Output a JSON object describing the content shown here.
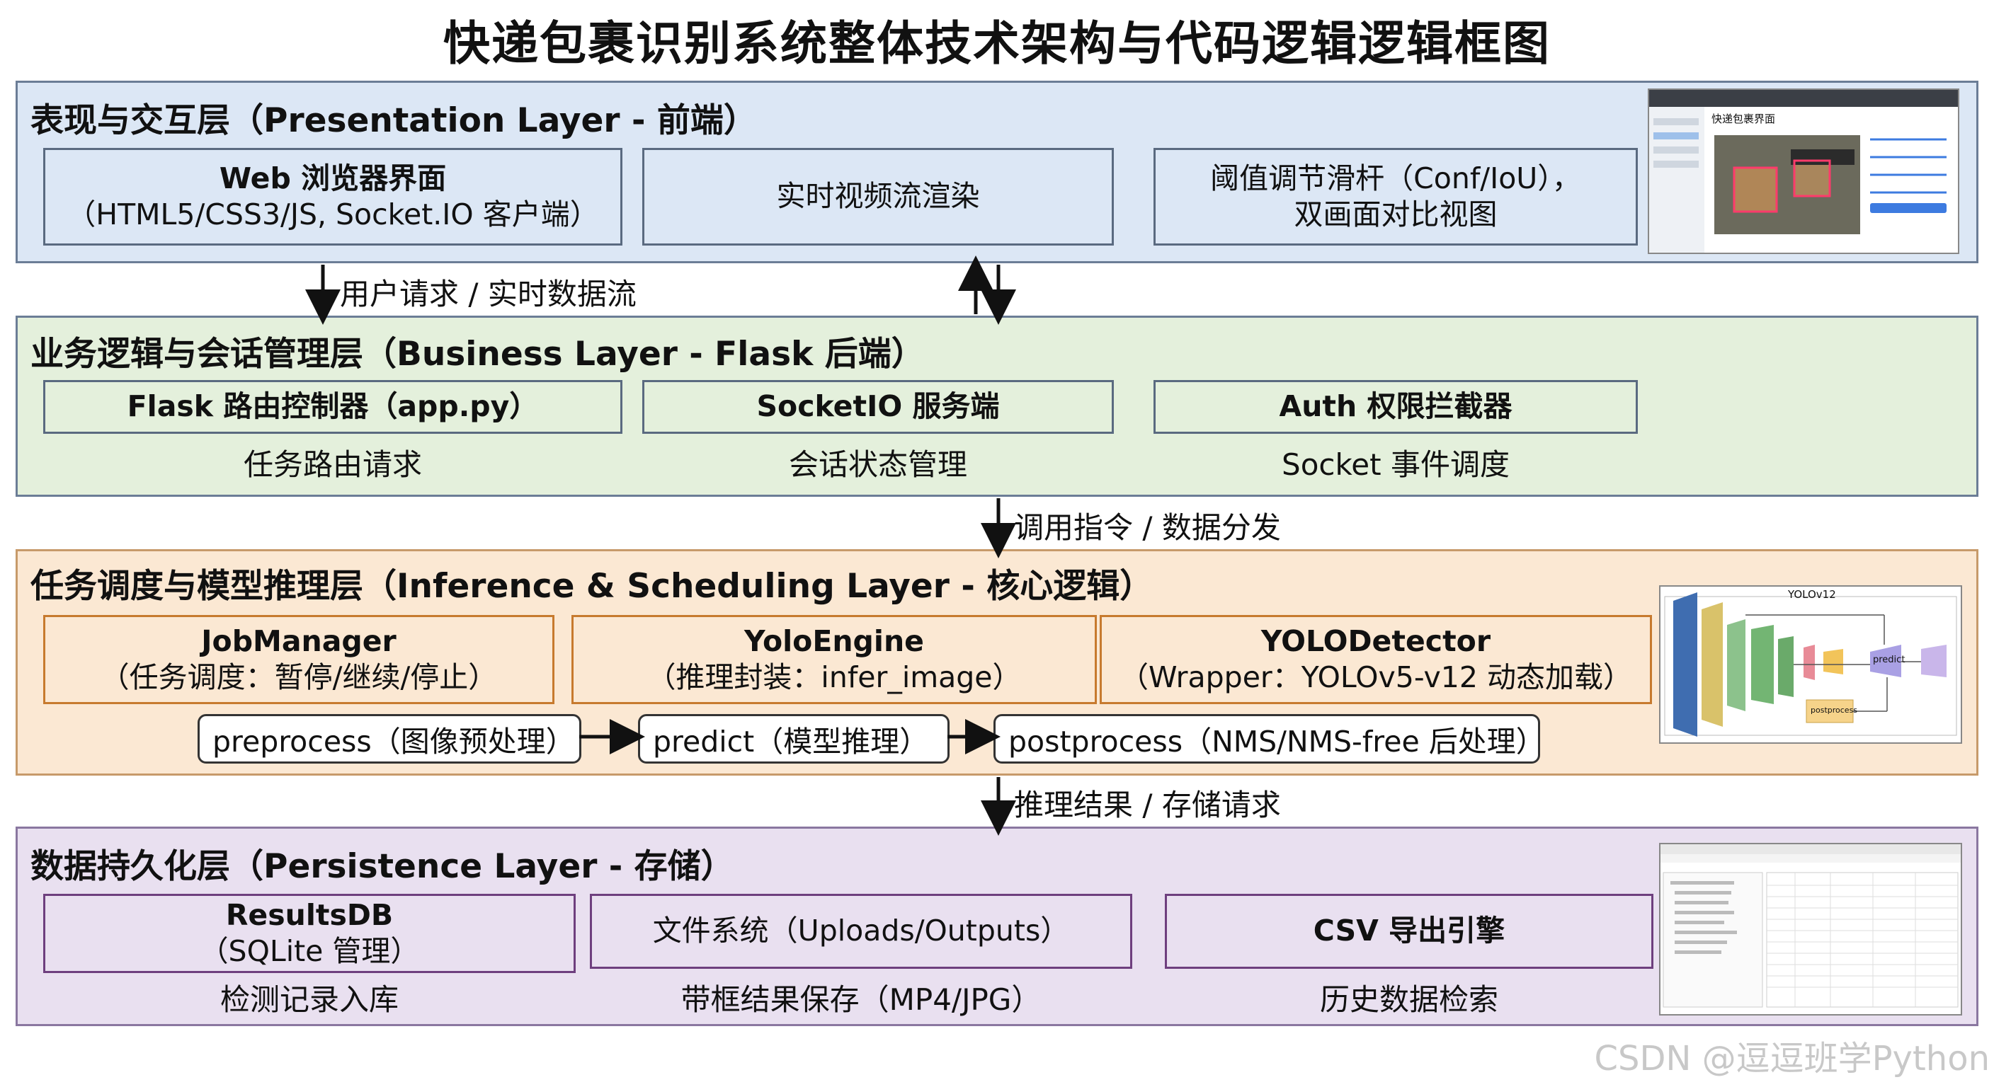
{
  "title": "快递包裹识别系统整体技术架构与代码逻辑逻辑框图",
  "colors": {
    "presentation_bg": "#dce7f5",
    "business_bg": "#e4f0dc",
    "inference_bg": "#fbe8d3",
    "persistence_bg": "#e9e0f0"
  },
  "presentation": {
    "title": "表现与交互层（Presentation Layer - 前端）",
    "box1_line1": "Web 浏览器界面",
    "box1_line2": "（HTML5/CSS3/JS, Socket.IO 客户端）",
    "box2": "实时视频流渲染",
    "box3_line1": "阈值调节滑杆（Conf/IoU），",
    "box3_line2": "双画面对比视图"
  },
  "arrow1_label": "用户请求 / 实时数据流",
  "business": {
    "title": "业务逻辑与会话管理层（Business Layer - Flask 后端）",
    "box1": "Flask 路由控制器（app.py）",
    "box1_sub": "任务路由请求",
    "box2": "SocketIO 服务端",
    "box2_sub": "会话状态管理",
    "box3": "Auth 权限拦截器",
    "box3_sub": "Socket 事件调度"
  },
  "arrow2_label": "调用指令 / 数据分发",
  "inference": {
    "title": "任务调度与模型推理层（Inference & Scheduling Layer - 核心逻辑）",
    "box1_line1": "JobManager",
    "box1_line2": "（任务调度：暂停/继续/停止）",
    "box2_line1": "YoloEngine",
    "box2_line2": "（推理封装：infer_image）",
    "box3_line1": "YOLODetector",
    "box3_line2": "（Wrapper：YOLOv5-v12 动态加载）",
    "pipe1": "preprocess（图像预处理）",
    "pipe2": "predict（模型推理）",
    "pipe3": "postprocess（NMS/NMS-free 后处理）",
    "thumb_title": "YOLOv12",
    "thumb_predict": "predict",
    "thumb_post": "postprocess"
  },
  "arrow3_label": "推理结果 / 存储请求",
  "persistence": {
    "title": "数据持久化层（Persistence Layer - 存储）",
    "box1_line1": "ResultsDB",
    "box1_line2": "（SQLite 管理）",
    "box1_sub": "检测记录入库",
    "box2": "文件系统（Uploads/Outputs）",
    "box2_sub": "带框结果保存（MP4/JPG）",
    "box3": "CSV 导出引擎",
    "box3_sub": "历史数据检索"
  },
  "ui_thumb": {
    "heading": "快递包裹界面"
  },
  "watermark": "CSDN @逗逗班学Python"
}
